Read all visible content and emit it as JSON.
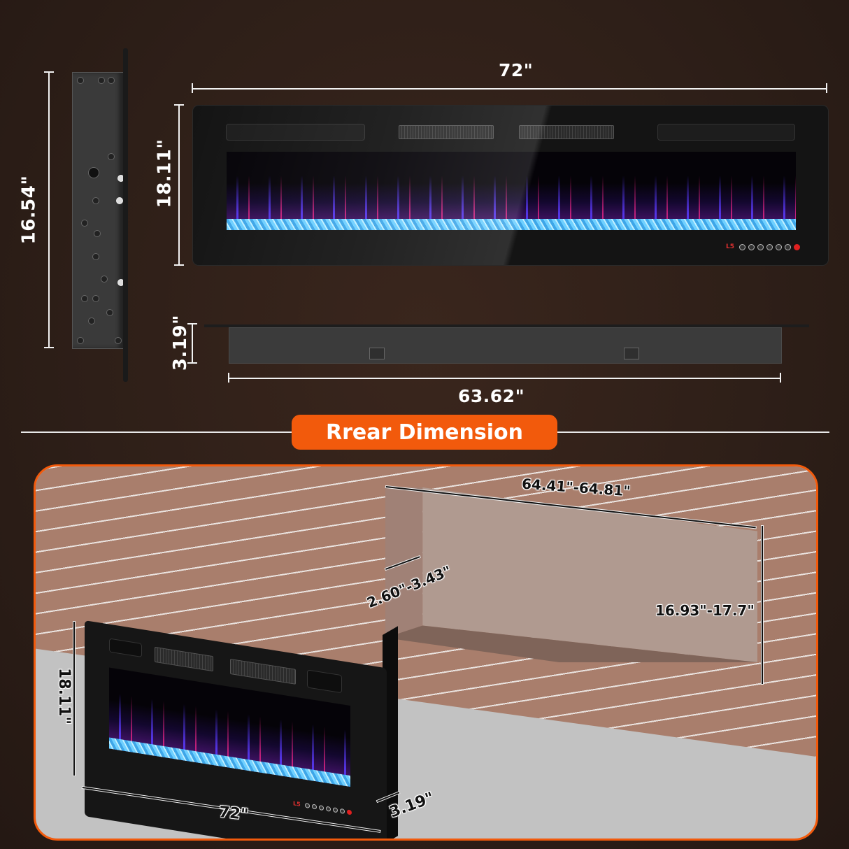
{
  "top_section": {
    "side_view": {
      "height_label": "16.54\""
    },
    "front_view": {
      "width_label": "72\"",
      "height_label": "18.11\"",
      "control_panel": {
        "display": "L5",
        "button_count": 7,
        "power_button_color": "#e02020"
      }
    },
    "top_view": {
      "depth_label": "3.19\"",
      "width_label": "63.62\""
    }
  },
  "section_badge": {
    "label": "Rrear Dimension",
    "color": "#f25a0c"
  },
  "install_scene": {
    "border_color": "#f25a0c",
    "niche": {
      "width_label": "64.41\"-64.81\"",
      "depth_label": "2.60\"-3.43\"",
      "height_label": "16.93\"-17.7\""
    },
    "fireplace": {
      "height_label": "18.11\"",
      "width_label": "72\"",
      "depth_label": "3.19\"",
      "control_panel": {
        "display": "L5"
      }
    }
  },
  "colors": {
    "background": "#2e1f18",
    "brick": "#a97e6c",
    "mortar": "#eae3df",
    "floor": "#c2c2c2",
    "niche": "#b09a90"
  }
}
